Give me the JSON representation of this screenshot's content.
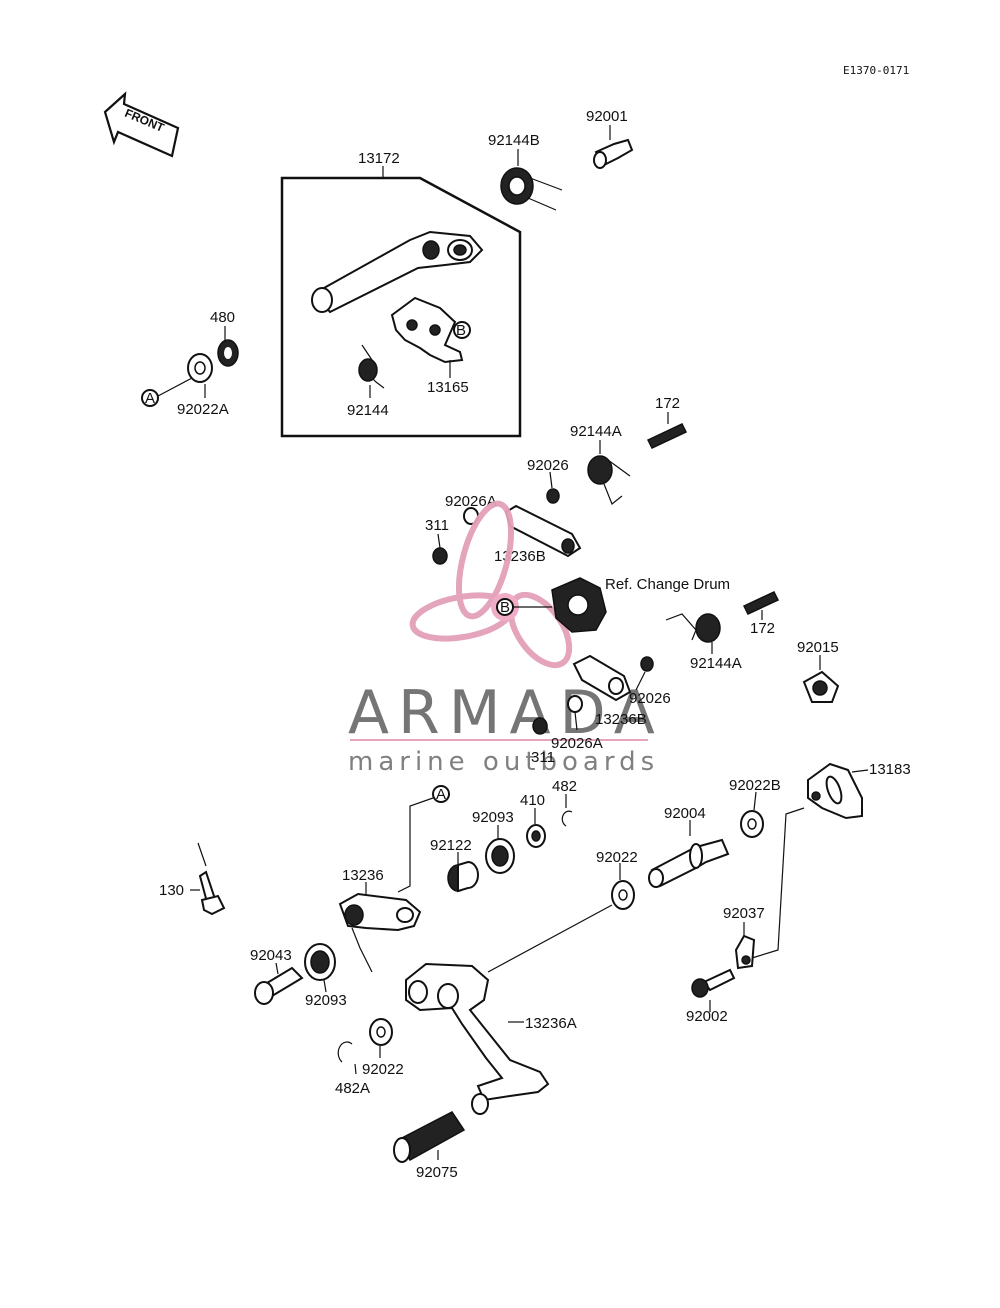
{
  "diagram_code": "E1370-0171",
  "front_label": "FRONT",
  "ref_label": "Ref. Change Drum",
  "markers": {
    "a": "A",
    "b": "B"
  },
  "watermark": {
    "brand": "ARMADA",
    "tagline": "marine outboards",
    "colors": {
      "propeller": "#e3a0b8",
      "hub": "#f0a8c4",
      "text": "#6e6e6e",
      "rule": "#e3a0b8"
    }
  },
  "labels": {
    "p13172": "13172",
    "p92144B": "92144B",
    "p92001": "92001",
    "p480": "480",
    "p92022A": "92022A",
    "p92144": "92144",
    "p13165": "13165",
    "p172_top": "172",
    "p92144A_top": "92144A",
    "p92026_top": "92026",
    "p92026A_top": "92026A",
    "p311_top": "311",
    "p13236B_top": "13236B",
    "p172_mid": "172",
    "p92144A_mid": "92144A",
    "p92015": "92015",
    "p92026_mid": "92026",
    "p13236B_mid": "13236B",
    "p92026A_mid": "92026A",
    "p311_mid": "311",
    "p482": "482",
    "p410": "410",
    "p92093_top": "92093",
    "p92122": "92122",
    "p13236": "13236",
    "p92004": "92004",
    "p92022B": "92022B",
    "p13183": "13183",
    "p130": "130",
    "p92022_mid": "92022",
    "p92037": "92037",
    "p92043": "92043",
    "p92093_bot": "92093",
    "p13236A": "13236A",
    "p92002": "92002",
    "p92022_bot": "92022",
    "p482A": "482A",
    "p92075": "92075"
  }
}
